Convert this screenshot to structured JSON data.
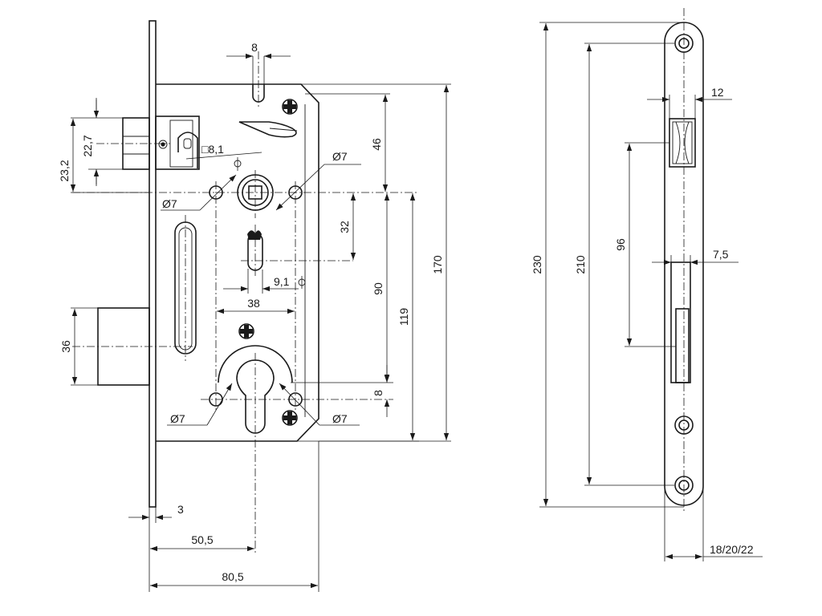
{
  "dimensions": {
    "latch_width": "8",
    "latch_height_outer": "23,2",
    "latch_height_inner": "22,7",
    "square_spindle": "□8,1",
    "hole_upper_right": "Ø7",
    "hole_upper_left": "Ø7",
    "hole_lower_left": "Ø7",
    "hole_lower_right": "Ø7",
    "top_to_spindle": "46",
    "spindle_to_slot": "32",
    "slot_offset": "9,1",
    "hole_spacing": "38",
    "spindle_to_cylinder": "90",
    "spindle_to_bottom": "119",
    "case_height": "170",
    "cylinder_offset": "8",
    "deadbolt_height": "36",
    "faceplate_thickness": "3",
    "backset": "50,5",
    "case_depth": "80,5",
    "faceplate_length": "230",
    "screw_spacing": "210",
    "latch_to_bolt": "96",
    "latch_side_width": "12",
    "bolt_side_width": "7,5",
    "faceplate_widths": "18/20/22"
  }
}
